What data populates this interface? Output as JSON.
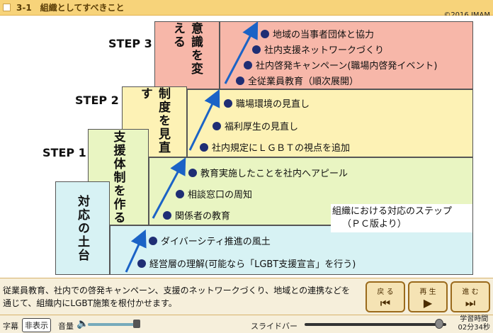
{
  "titlebar": {
    "title": "3-1　組織としてすべきこと",
    "copyright": "©2016 JMAM"
  },
  "steps": {
    "step3": {
      "label": "STEP 3",
      "tag": "意識を変える",
      "items": [
        "地域の当事者団体と協力",
        "社内支援ネットワークづくり",
        "社内啓発キャンペーン(職場内啓発イベント)",
        "全従業員教育（順次展開）"
      ]
    },
    "step2": {
      "label": "STEP 2",
      "tag": "制度を見直す",
      "items": [
        "職場環境の見直し",
        "福利厚生の見直し",
        "社内規定にＬＧＢＴの視点を追加"
      ]
    },
    "step1": {
      "label": "STEP 1",
      "tag": "支援体制を作る",
      "items": [
        "教育実施したことを社内へアピール",
        "相談窓口の周知",
        "関係者の教育"
      ]
    },
    "base": {
      "tag": "対応の土台",
      "items": [
        "ダイバーシティ推進の風土",
        "経営層の理解(可能なら「LGBT支援宣言」を行う)"
      ]
    }
  },
  "caption": {
    "line1": "組織における対応のステップ",
    "line2": "（ＰＣ版より）"
  },
  "description": "従業員教育、社内での啓発キャンペーン、支援のネットワークづくり、地域との連携などを通じて、組織内にLGBT施策を根付かせます。",
  "nav": {
    "back": {
      "label": "戻 る",
      "icon": "⏮"
    },
    "play": {
      "label": "再 生",
      "icon": "▶"
    },
    "next": {
      "label": "進 む",
      "icon": "⏭"
    }
  },
  "status": {
    "subtitle_label": "字幕",
    "subtitle_toggle": "非表示",
    "volume_label": "音量",
    "slidebar_label": "スライドバー",
    "study_time_label": "学習時間",
    "study_time": "02分34秒"
  },
  "colors": {
    "step3": "#f7b7a9",
    "step2": "#fdf2b5",
    "step1": "#e9f5c2",
    "base": "#d7f2f4",
    "arrow": "#1b63c6"
  }
}
